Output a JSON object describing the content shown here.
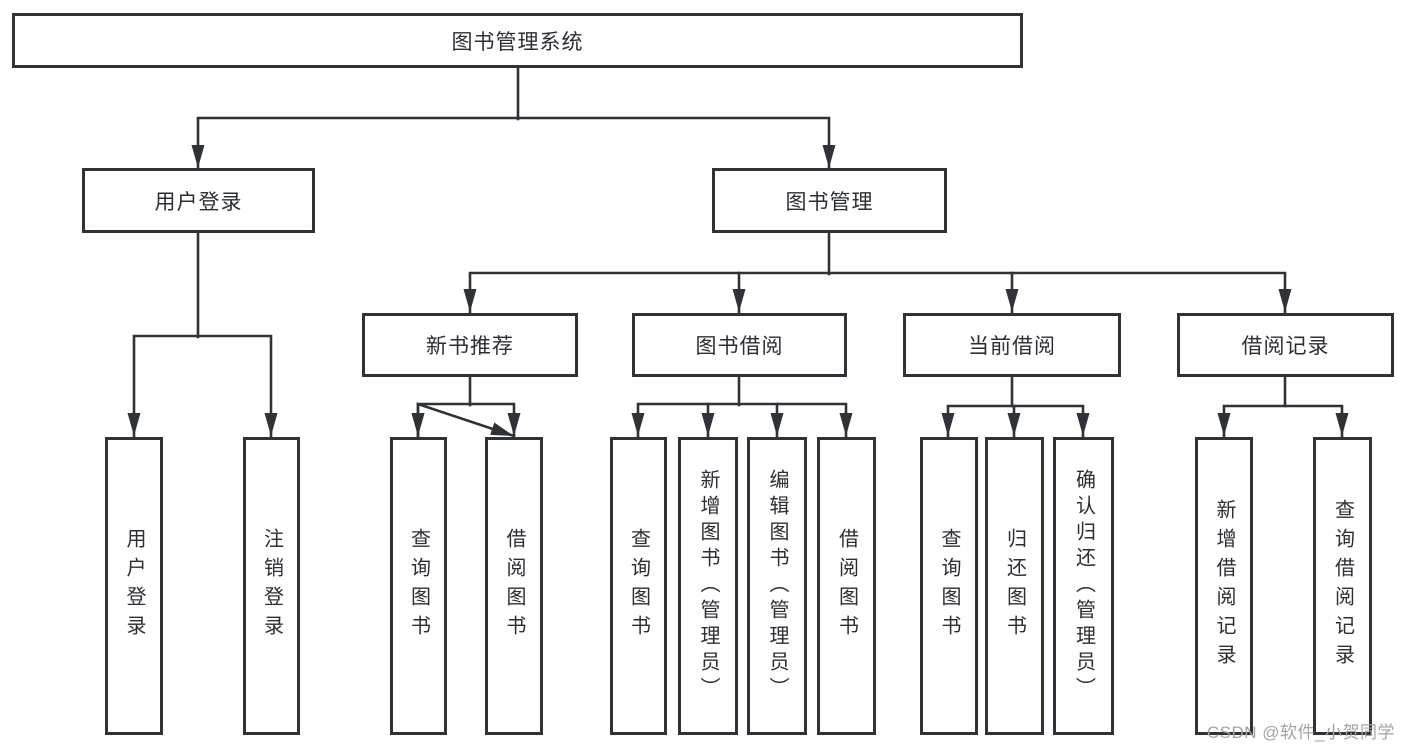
{
  "tree": {
    "label": "图书管理系统",
    "children": [
      {
        "label": "用户登录",
        "children": [
          {
            "label": "用户登录"
          },
          {
            "label": "注销登录"
          }
        ]
      },
      {
        "label": "图书管理",
        "children": [
          {
            "label": "新书推荐",
            "children": [
              {
                "label": "查询图书"
              },
              {
                "label": "借阅图书"
              }
            ]
          },
          {
            "label": "图书借阅",
            "children": [
              {
                "label": "查询图书"
              },
              {
                "label": "新增图书（管理员）"
              },
              {
                "label": "编辑图书（管理员）"
              },
              {
                "label": "借阅图书"
              }
            ]
          },
          {
            "label": "当前借阅",
            "children": [
              {
                "label": "查询图书"
              },
              {
                "label": "归还图书"
              },
              {
                "label": "确认归还（管理员）"
              }
            ]
          },
          {
            "label": "借阅记录",
            "children": [
              {
                "label": "新增借阅记录"
              },
              {
                "label": "查询借阅记录"
              }
            ]
          }
        ]
      }
    ]
  },
  "watermark": {
    "text": "CSDN @软件_小贺同学"
  },
  "colors": {
    "line": "#2f3237",
    "node_border": "#2f3237",
    "node_text": "#2b2e34",
    "background": "#ffffff",
    "watermark_text": "#a3a3a3"
  }
}
